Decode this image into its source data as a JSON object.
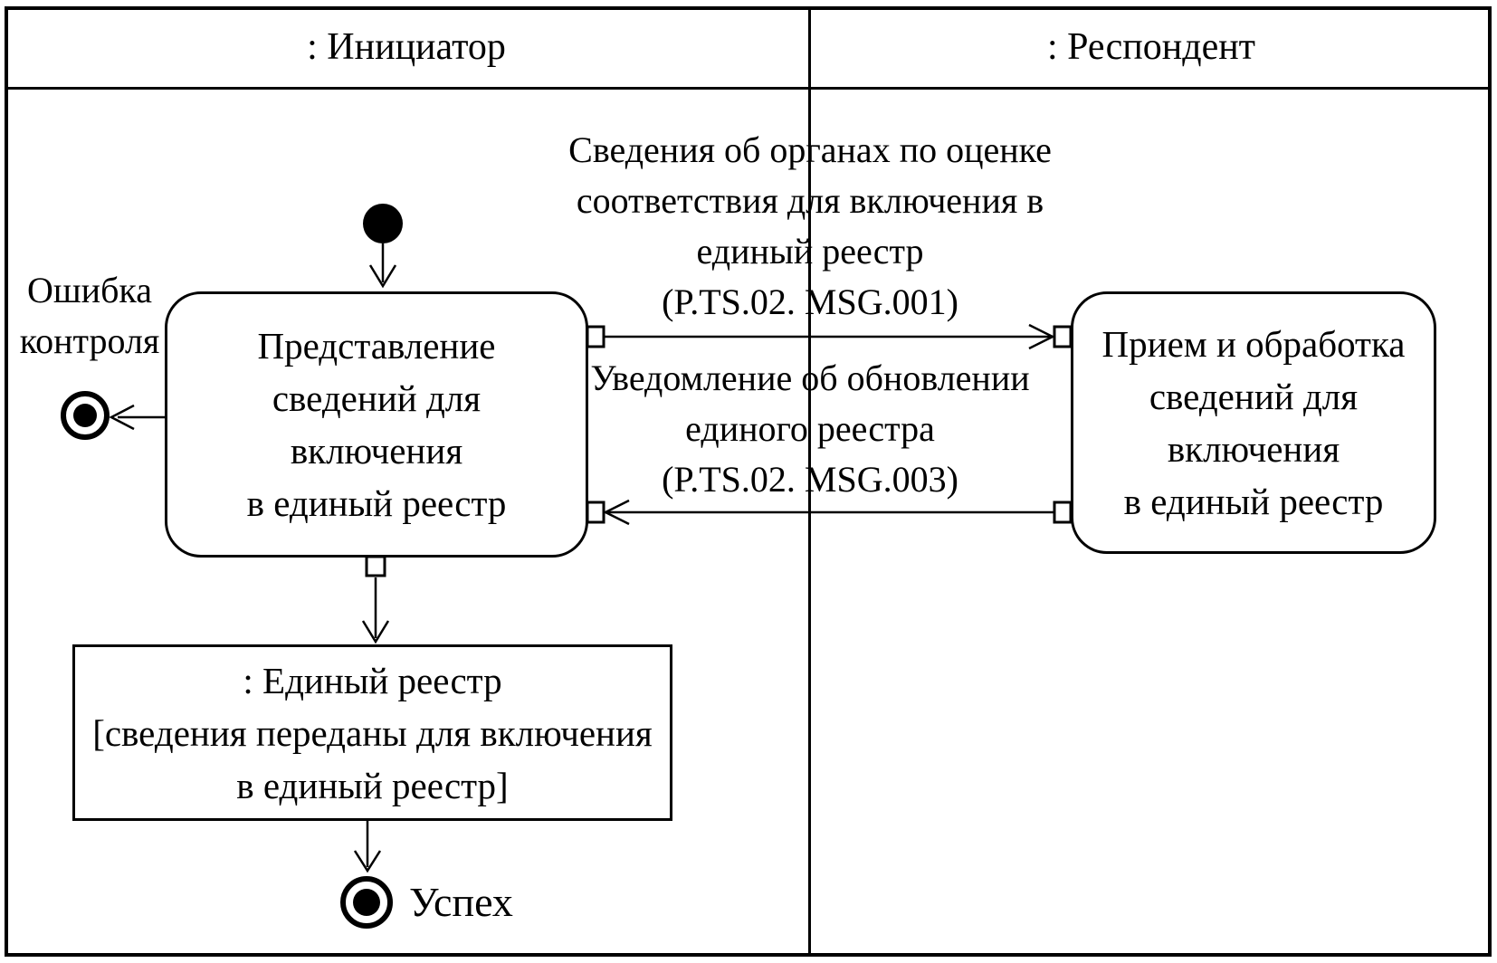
{
  "lanes": {
    "initiator": ": Инициатор",
    "respondent": ": Респондент"
  },
  "activities": {
    "left": {
      "lines": [
        "Представление",
        "сведений для",
        "включения",
        "в единый реестр"
      ]
    },
    "right": {
      "lines": [
        "Прием и обработка",
        "сведений для",
        "включения",
        "в единый реестр"
      ]
    }
  },
  "object_node": {
    "lines": [
      ": Единый реестр",
      "[сведения переданы для включения",
      "в единый реестр]"
    ]
  },
  "messages": {
    "to_respondent": {
      "lines": [
        "Сведения об органах по оценке",
        "соответствия для включения в",
        "единый реестр",
        "(P.TS.02. MSG.001)"
      ]
    },
    "to_initiator": {
      "lines": [
        "Уведомление об обновлении",
        "единого реестра",
        "(P.TS.02. MSG.003)"
      ]
    }
  },
  "terminals": {
    "error": {
      "lines": [
        "Ошибка",
        "контроля"
      ]
    },
    "success": {
      "label": "Успех"
    }
  },
  "colors": {
    "ink": "#000000",
    "paper": "#ffffff"
  }
}
